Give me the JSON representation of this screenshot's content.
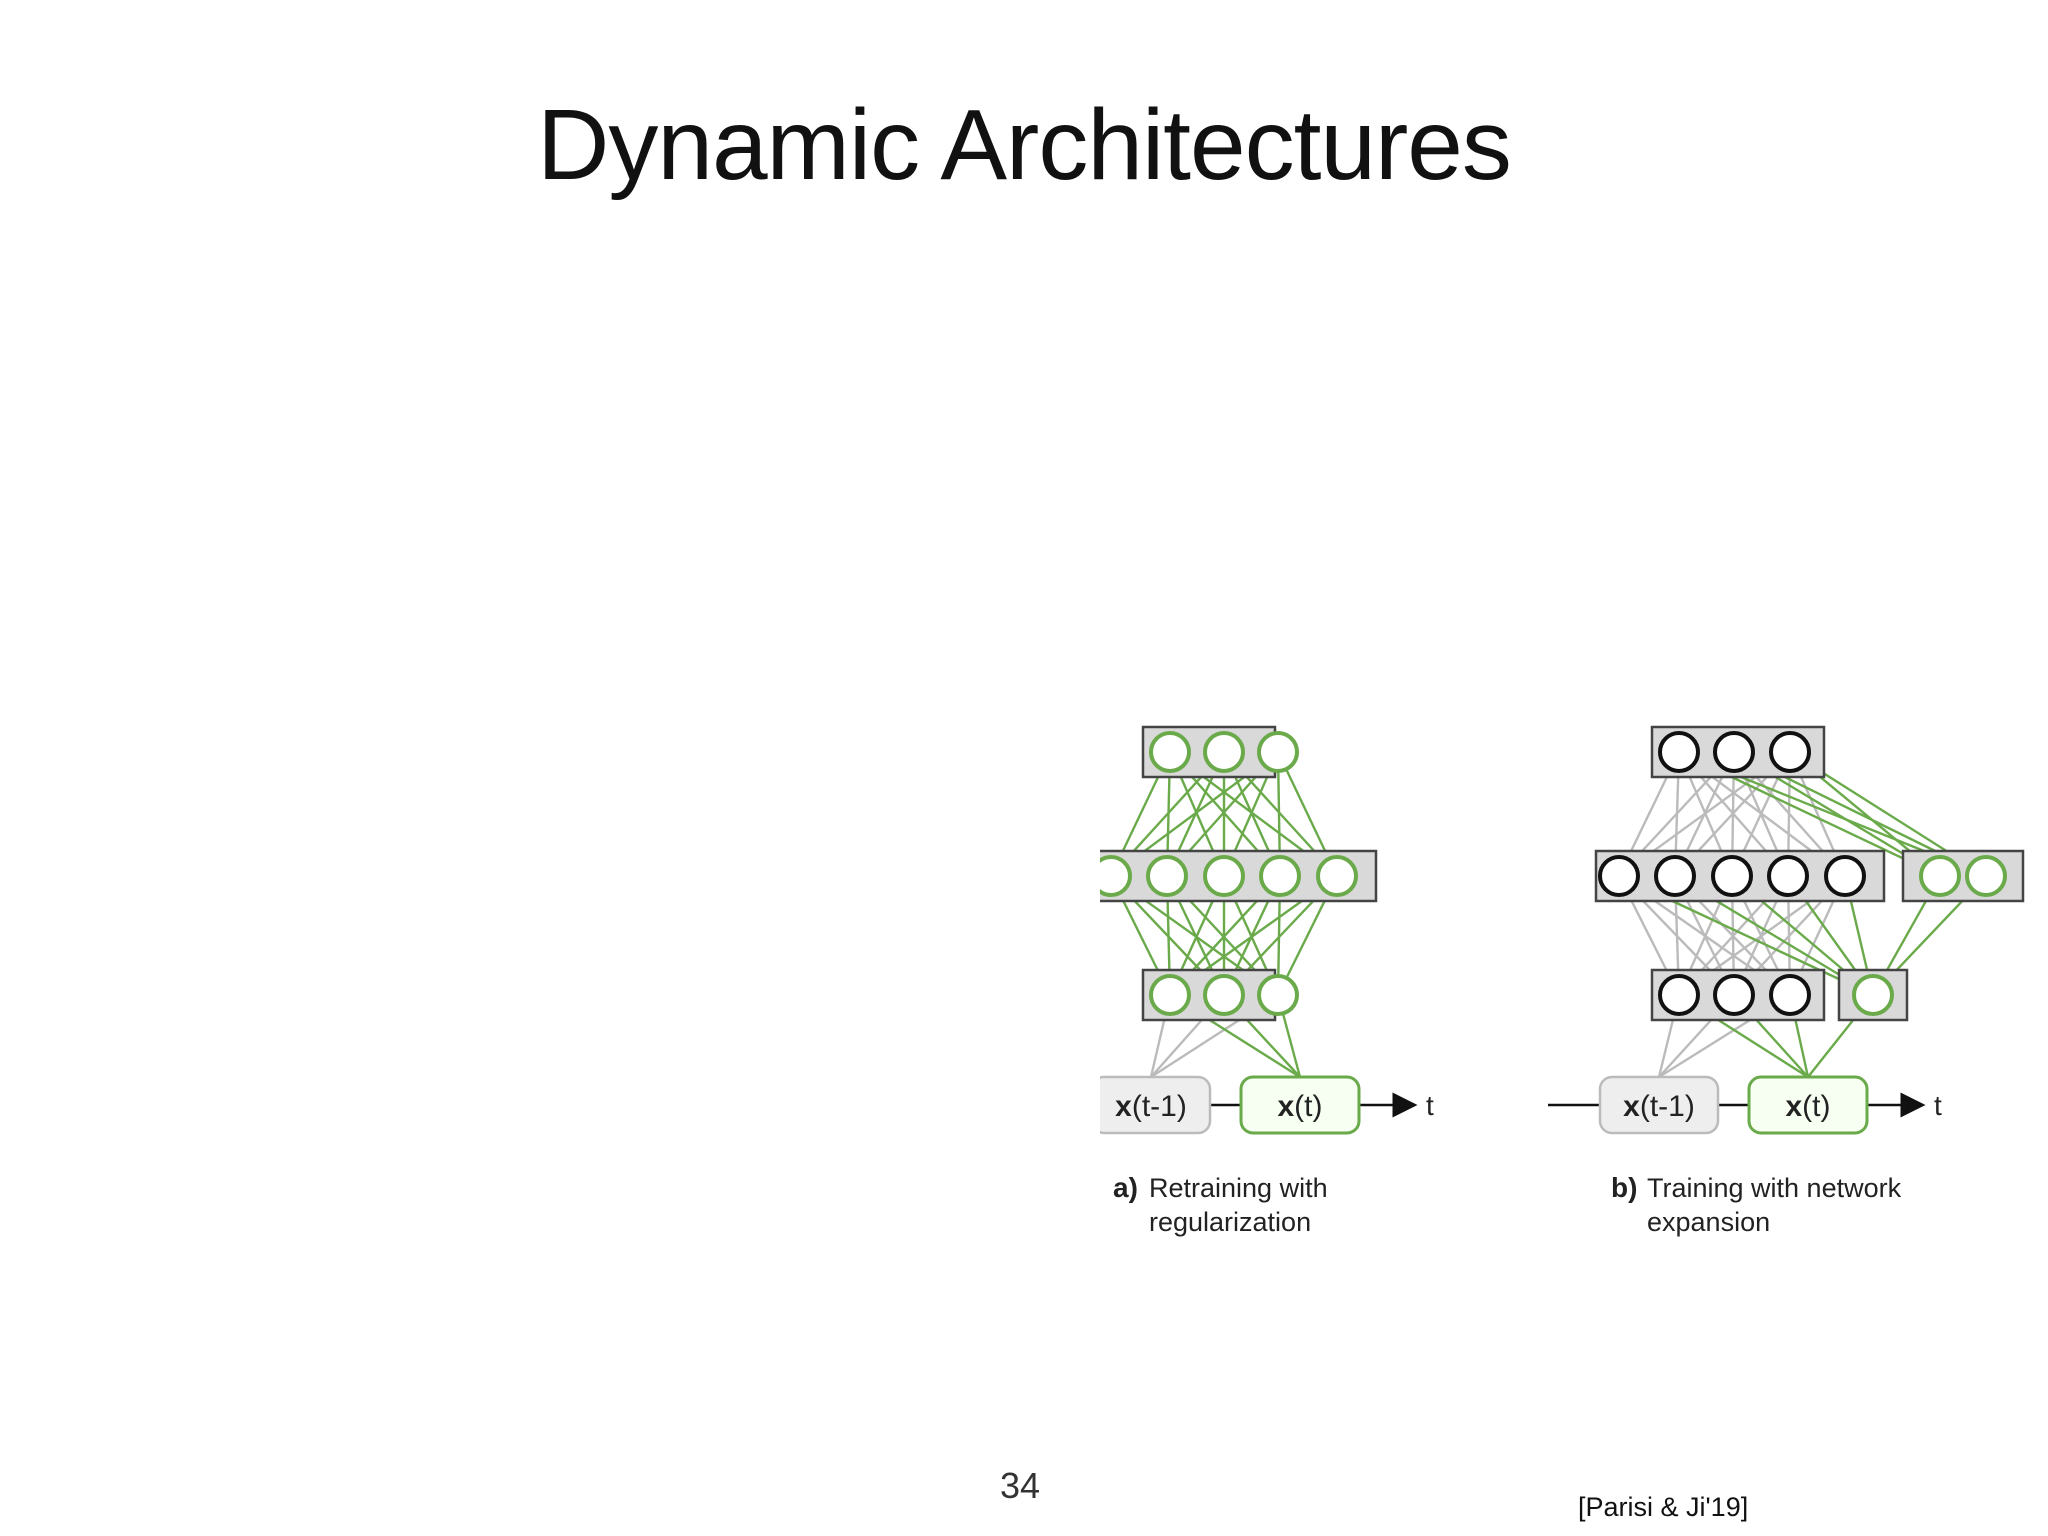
{
  "slide": {
    "title": "Dynamic Architectures",
    "slide_number": "34",
    "citation": "[Parisi & Ji'19]"
  },
  "colors": {
    "active": "#6aaa4a",
    "inactive": "#bbbbbb",
    "frozen_node": "#111111",
    "box_fill": "#d9d9d9"
  },
  "diagram": {
    "panel_a": {
      "input_prev": {
        "bold": "x",
        "rest": "(t-1)"
      },
      "input_curr": {
        "bold": "x",
        "rest": "(t)"
      },
      "time_label": "t",
      "caption_prefix": "a)",
      "caption_line1": "Retraining with",
      "caption_line2": "regularization"
    },
    "panel_b": {
      "input_prev": {
        "bold": "x",
        "rest": "(t-1)"
      },
      "input_curr": {
        "bold": "x",
        "rest": "(t)"
      },
      "time_label": "t",
      "caption_prefix": "b)",
      "caption_line1": "Training with network",
      "caption_line2": "expansion"
    }
  }
}
